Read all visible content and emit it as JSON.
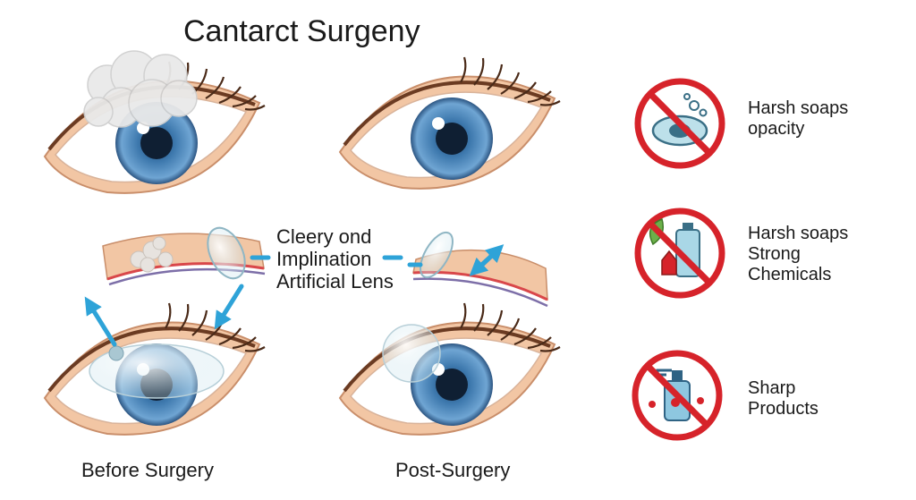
{
  "title": "Cantarct Surgeny",
  "center_caption": [
    "Cleery ond",
    "Implination",
    "Artificial Lens"
  ],
  "captions": {
    "before": "Before Surgery",
    "post": "Post-Surgery"
  },
  "warnings": [
    {
      "icon": "no-soap-icon",
      "lines": [
        "Harsh soaps",
        "opacity"
      ]
    },
    {
      "icon": "no-chemicals-icon",
      "lines": [
        "Harsh soaps",
        "Strong",
        "Chemicals"
      ]
    },
    {
      "icon": "no-sharp-products-icon",
      "lines": [
        "Sharp",
        "Products"
      ]
    }
  ],
  "colors": {
    "arrow": "#2ea3d8",
    "prohibition": "#d6232a",
    "iris": "#3f78ad",
    "skin": "#f2c6a4"
  }
}
